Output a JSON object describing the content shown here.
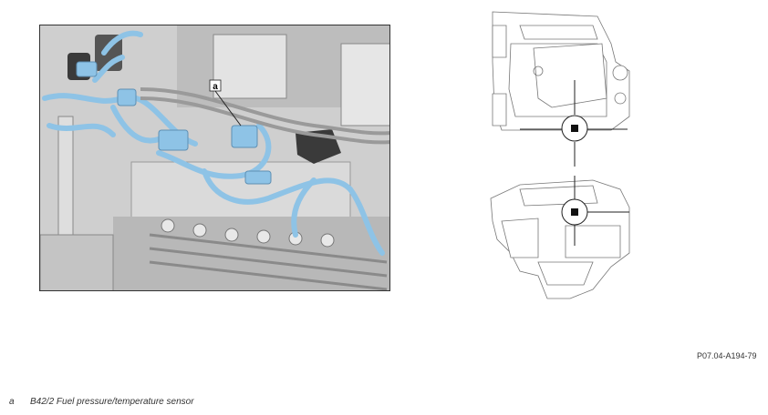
{
  "photo": {
    "callout": "a"
  },
  "figure_code": "P07.04-A194-79",
  "legend": [
    {
      "key": "a",
      "text": "B42/2 Fuel pressure/temperature sensor"
    }
  ],
  "colors": {
    "highlight_blue": "#8ec3e6",
    "dark_part": "#3a3a3a",
    "engine_gray": "#c9c9c9"
  }
}
